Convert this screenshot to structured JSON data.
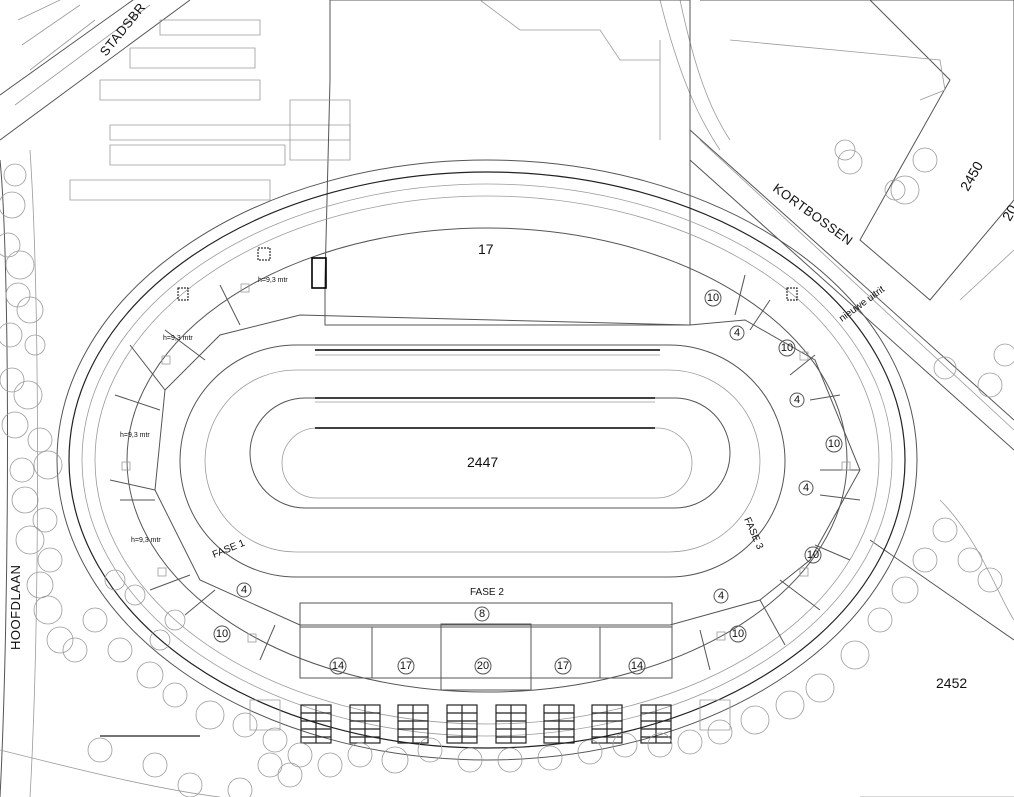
{
  "roads": {
    "stadsbr": "STADSBR",
    "kortbossen": "KORTBOSSEN",
    "hoofdlaan": "HOOFDLAAN"
  },
  "parcels": {
    "p17": "17",
    "p2447": "2447",
    "p2450": "2450",
    "p2452": "2452",
    "p20_partial": "20"
  },
  "annotations": {
    "nieuwe_uitrit": "nieuwe uitrit",
    "fase1": "FASE 1",
    "fase2": "FASE 2",
    "fase3": "FASE 3"
  },
  "heights": {
    "h1": "h=9,3 mtr",
    "h2": "h=9,3 mtr",
    "h3": "h=9,3 mtr",
    "h4": "h=9,3 mtr"
  },
  "section_numbers": {
    "east_1": "10",
    "east_2": "4",
    "east_3": "10",
    "east_4": "4",
    "east_5": "10",
    "east_6": "4",
    "east_7": "10",
    "se_1": "4",
    "se_2": "10",
    "sw_1": "4",
    "sw_2": "10",
    "south_top": "8",
    "south_1": "14",
    "south_2": "17",
    "south_3": "20",
    "south_4": "17",
    "south_5": "14"
  }
}
